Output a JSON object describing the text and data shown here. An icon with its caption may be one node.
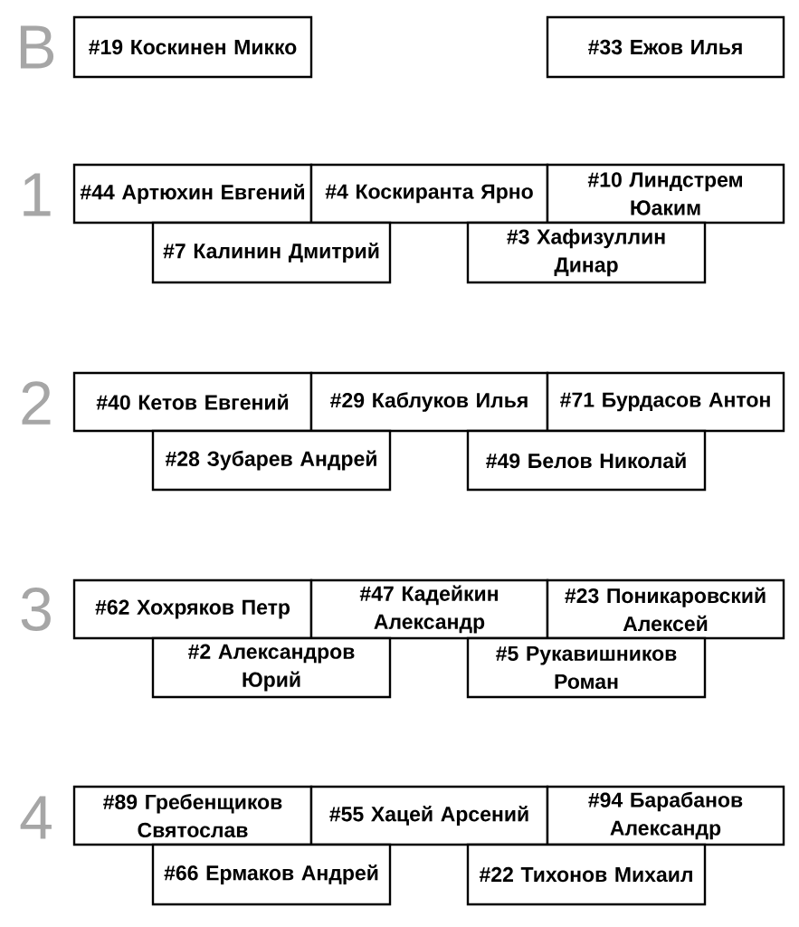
{
  "diagram": {
    "nodes": [
      {
        "text": [
          "#19 Коскинен Микко"
        ]
      },
      {
        "text": [
          "#33 Ежов Илья"
        ]
      },
      {
        "text": [
          "#44 Артюхин Евгений"
        ]
      },
      {
        "text": [
          "#4 Коскиранта Ярно"
        ]
      },
      {
        "text": [
          "#10 Линдстрем Юаким"
        ]
      },
      {
        "text": [
          "#7 Калинин Дмитрий"
        ]
      },
      {
        "text": [
          "#3 Хафизуллин Динар"
        ]
      },
      {
        "text": [
          "#40 Кетов Евгений"
        ]
      },
      {
        "text": [
          "#29 Каблуков Илья"
        ]
      },
      {
        "text": [
          "#71 Бурдасов Антон"
        ]
      },
      {
        "text": [
          "#28 Зубарев Андрей"
        ]
      },
      {
        "text": [
          "#49 Белов Николай"
        ]
      },
      {
        "text": [
          "#62 Хохряков Петр"
        ]
      },
      {
        "text": [
          "#47 Кадейкин Александр"
        ]
      },
      {
        "text": [
          "#23 Поникаровский Алексей"
        ]
      },
      {
        "text": [
          "#2 Александров Юрий"
        ]
      },
      {
        "text": [
          "#5 Рукавишников Роман"
        ]
      },
      {
        "text": [
          "#89 Гребенщиков Святослав"
        ]
      },
      {
        "text": [
          "#55 Хацей Арсений"
        ]
      },
      {
        "text": [
          "#94 Барабанов Александр"
        ]
      },
      {
        "text": [
          "#66 Ермаков Андрей"
        ]
      },
      {
        "text": [
          "#22 Тихонов Михаил"
        ]
      }
    ],
    "labels": [
      "В",
      "1",
      "2",
      "3",
      "4"
    ]
  }
}
